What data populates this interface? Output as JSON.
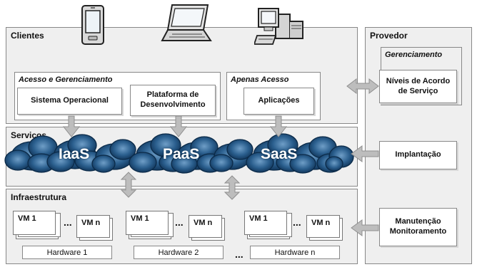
{
  "layers": {
    "clientes": "Clientes",
    "servicos": "Serviços",
    "infraestrutura": "Infraestrutura",
    "provedor": "Provedor"
  },
  "clients": {
    "acesso_gerenciamento": "Acesso e Gerenciamento",
    "apenas_acesso": "Apenas Acesso",
    "sistema_operacional": "Sistema Operacional",
    "plataforma_line1": "Plataforma de",
    "plataforma_line2": "Desenvolvimento",
    "aplicacoes": "Aplicações"
  },
  "services": {
    "iaas": "IaaS",
    "paas": "PaaS",
    "saas": "SaaS"
  },
  "infrastructure": {
    "groups": [
      {
        "vm_first": "VM 1",
        "dots": "...",
        "vm_last": "VM n",
        "hardware": "Hardware 1"
      },
      {
        "vm_first": "VM 1",
        "dots": "...",
        "vm_last": "VM n",
        "hardware": "Hardware 2"
      },
      {
        "vm_first": "VM 1",
        "dots": "...",
        "vm_last": "VM n",
        "hardware": "Hardware n"
      }
    ],
    "hardware_dots": "..."
  },
  "provider": {
    "gerenciamento": "Gerenciamento",
    "niveis_line1": "Níveis de Acordo",
    "niveis_line2": "de Serviço",
    "implantacao": "Implantação",
    "manutencao": "Manutenção",
    "monitoramento": "Monitoramento"
  },
  "devices": [
    "phone-icon",
    "laptop-icon",
    "desktop-computer-icon"
  ],
  "colors": {
    "cloud_dark": "#0d2f52",
    "cloud_mid": "#2b5f8e",
    "cloud_light": "#6f9ec7",
    "arrow_fill": "#bdbdbd",
    "layer_fill": "#efefef"
  }
}
